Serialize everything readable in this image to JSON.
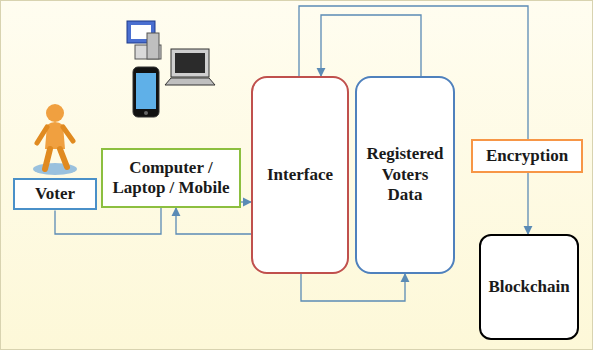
{
  "diagram": {
    "nodes": [
      {
        "text": [
          "Voter"
        ]
      },
      {
        "text": [
          "Computer / Laptop / Mobile"
        ]
      },
      {
        "text": [
          "Interface"
        ]
      },
      {
        "text": [
          "Registered Voters Data"
        ]
      },
      {
        "text": [
          "Encryption"
        ]
      },
      {
        "text": [
          "Blockchain"
        ]
      }
    ],
    "edges": [
      {
        "from": 0,
        "to": 1,
        "arrow": "none"
      },
      {
        "from": 1,
        "to": 2,
        "arrow": "to"
      },
      {
        "from": 2,
        "to": 1,
        "arrow": "to"
      },
      {
        "from": 2,
        "to": 3,
        "arrow": "to"
      },
      {
        "from": 3,
        "to": 2,
        "arrow": "to"
      },
      {
        "from": 2,
        "to": 4,
        "arrow": "none"
      },
      {
        "from": 4,
        "to": 5,
        "arrow": "to"
      }
    ]
  }
}
